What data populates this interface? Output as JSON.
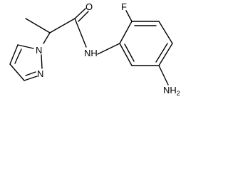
{
  "molecule": {
    "atom_labels": {
      "oxygen": "O",
      "fluorine": "F",
      "amide_nh": "NH",
      "pyrazole_n1": "N",
      "pyrazole_n2": "N",
      "amine": "NH2"
    },
    "amine_main": "NH",
    "amine_subscript": "2"
  },
  "colors": {
    "bond": "#000000",
    "text": "#000000",
    "background": "#ffffff"
  }
}
